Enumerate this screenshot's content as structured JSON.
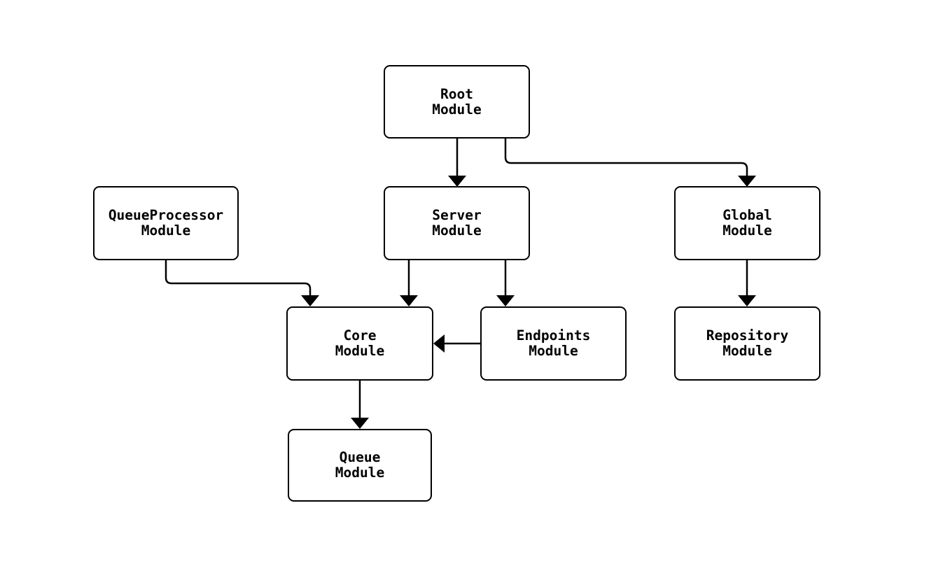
{
  "diagram": {
    "type": "flowchart",
    "background": "#ffffff",
    "colors": {
      "node_fill": "#ffffff",
      "node_border": "#000000",
      "edge": "#000000",
      "text": "#000000"
    },
    "nodes": [
      {
        "id": "root",
        "line1": "Root",
        "line2": "Module"
      },
      {
        "id": "queueprocessor",
        "line1": "QueueProcessor",
        "line2": "Module"
      },
      {
        "id": "server",
        "line1": "Server",
        "line2": "Module"
      },
      {
        "id": "global",
        "line1": "Global",
        "line2": "Module"
      },
      {
        "id": "core",
        "line1": "Core",
        "line2": "Module"
      },
      {
        "id": "endpoints",
        "line1": "Endpoints",
        "line2": "Module"
      },
      {
        "id": "repository",
        "line1": "Repository",
        "line2": "Module"
      },
      {
        "id": "queue",
        "line1": "Queue",
        "line2": "Module"
      }
    ],
    "edges": [
      {
        "from": "Root Module",
        "to": "Server Module"
      },
      {
        "from": "Root Module",
        "to": "Global Module"
      },
      {
        "from": "QueueProcessor Module",
        "to": "Core Module"
      },
      {
        "from": "Server Module",
        "to": "Core Module"
      },
      {
        "from": "Server Module",
        "to": "Endpoints Module"
      },
      {
        "from": "Endpoints Module",
        "to": "Core Module"
      },
      {
        "from": "Global Module",
        "to": "Repository Module"
      },
      {
        "from": "Core Module",
        "to": "Queue Module"
      }
    ]
  }
}
